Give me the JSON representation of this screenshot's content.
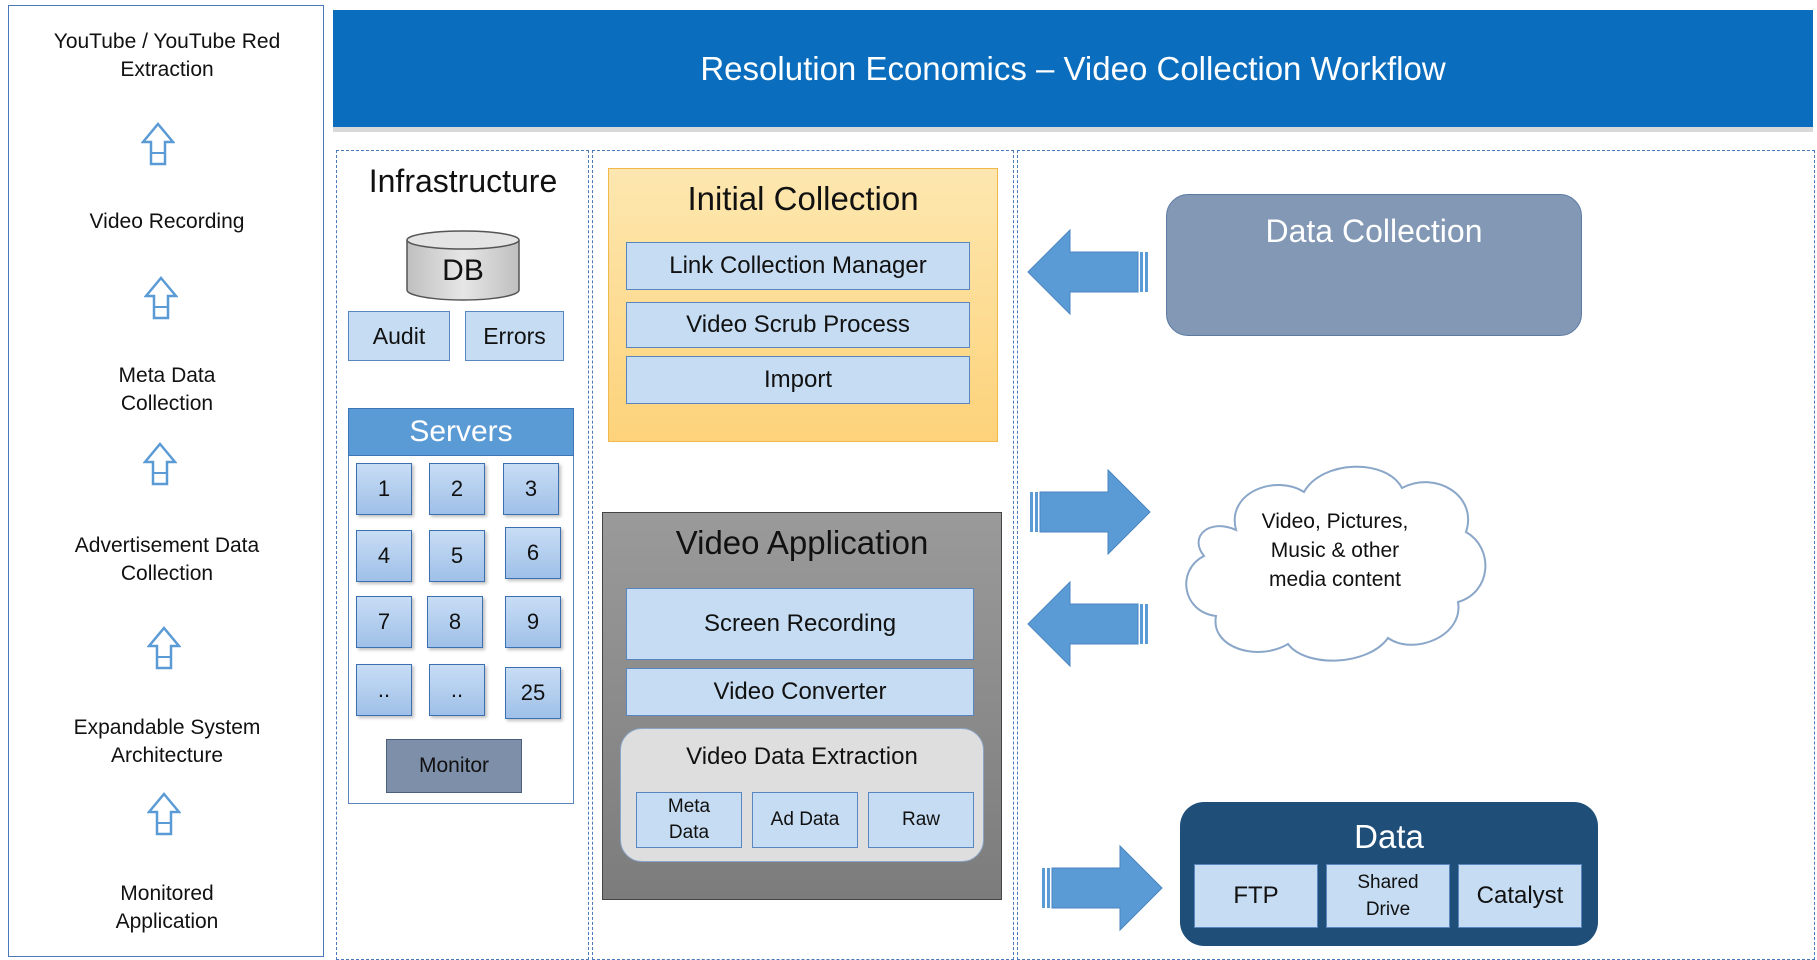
{
  "header": {
    "title": "Resolution Economics – Video Collection Workflow"
  },
  "workflow": {
    "steps": [
      "YouTube / YouTube Red\nExtraction",
      "Video Recording",
      "Meta Data\nCollection",
      "Advertisement Data\nCollection",
      "Expandable System\nArchitecture",
      "Monitored\nApplication"
    ]
  },
  "infrastructure": {
    "title": "Infrastructure",
    "db_label": "DB",
    "audit_label": "Audit",
    "errors_label": "Errors",
    "servers_title": "Servers",
    "servers": [
      "1",
      "2",
      "3",
      "4",
      "5",
      "6",
      "7",
      "8",
      "9",
      "..",
      "..",
      "25"
    ],
    "monitor_label": "Monitor"
  },
  "initial_collection": {
    "title": "Initial Collection",
    "items": [
      "Link Collection Manager",
      "Video Scrub Process",
      "Import"
    ]
  },
  "video_application": {
    "title": "Video Application",
    "screen_recording": "Screen Recording",
    "video_converter": "Video Converter",
    "extraction_title": "Video Data Extraction",
    "extraction_items": [
      "Meta\nData",
      "Ad Data",
      "Raw"
    ]
  },
  "right": {
    "data_collection": "Data Collection",
    "cloud_text": "Video, Pictures,\nMusic & other\nmedia content",
    "data_title": "Data",
    "data_items": [
      "FTP",
      "Shared\nDrive",
      "Catalyst"
    ]
  },
  "colors": {
    "header_blue": "#0a6dbd",
    "light_box": "#c5dcf2",
    "arrow_blue": "#5b9bd5",
    "initial_bg": "#fdd98a",
    "video_app_bg": "#8a8a8a",
    "data_collection_bg": "#8298b5",
    "data_bg": "#1f4e79"
  },
  "icons": {
    "step_arrow": "up-arrow-icon",
    "flow_arrow": "block-arrow-icon",
    "cloud": "cloud-icon",
    "database": "database-icon"
  }
}
